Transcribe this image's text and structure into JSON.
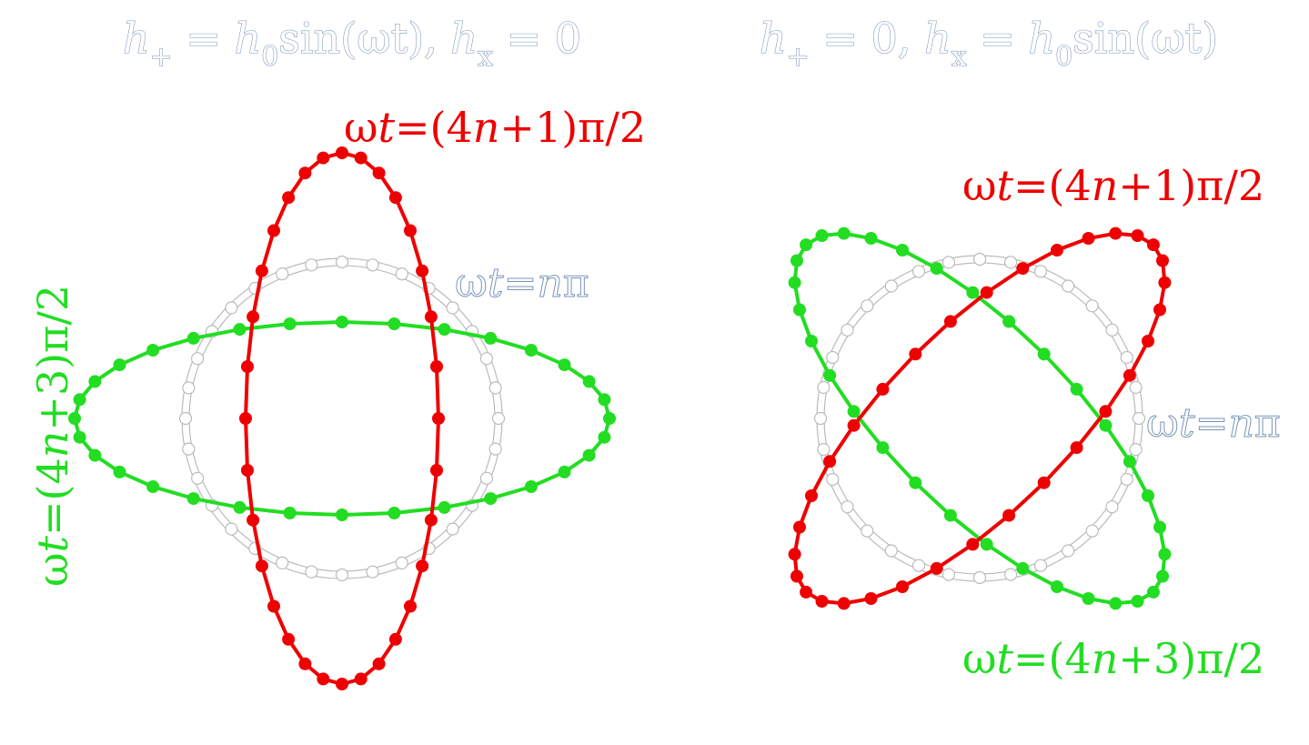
{
  "panels": [
    {
      "title": {
        "h_plus": "h",
        "plus_sub": "+",
        "h_plus_value": "h",
        "h_plus_value_sub": "0",
        "h_plus_func": "sin(ωt),",
        "h_cross": "h",
        "cross_sub": "x",
        "h_cross_value": "0"
      },
      "label_red": {
        "prefix": "ω",
        "t": "t",
        "eq": "=(4",
        "n": "n",
        "suffix": "+1)π/2"
      },
      "label_green": {
        "prefix": "ω",
        "t": "t",
        "eq": "=(4",
        "n": "n",
        "suffix": "+3)π/2"
      },
      "label_gray": {
        "prefix": "ω",
        "t": "t",
        "eq": "=",
        "n": "n",
        "suffix": "π"
      }
    },
    {
      "title": {
        "h_plus": "h",
        "plus_sub": "+",
        "h_plus_value": "0,",
        "h_cross": "h",
        "cross_sub": "x",
        "h_cross_value": "h",
        "h_cross_value_sub": "0",
        "h_cross_func": "sin(ωt)"
      },
      "label_red": {
        "prefix": "ω",
        "t": "t",
        "eq": "=(4",
        "n": "n",
        "suffix": "+1)π/2"
      },
      "label_green": {
        "prefix": "ω",
        "t": "t",
        "eq": "=(4",
        "n": "n",
        "suffix": "+3)π/2"
      },
      "label_gray": {
        "prefix": "ω",
        "t": "t",
        "eq": "=",
        "n": "n",
        "suffix": "π"
      }
    }
  ],
  "colors": {
    "red": "#ee0000",
    "green": "#22dd22",
    "gray": "#bbbbbb",
    "outline": "#7a96b8"
  },
  "particle_count": 32
}
